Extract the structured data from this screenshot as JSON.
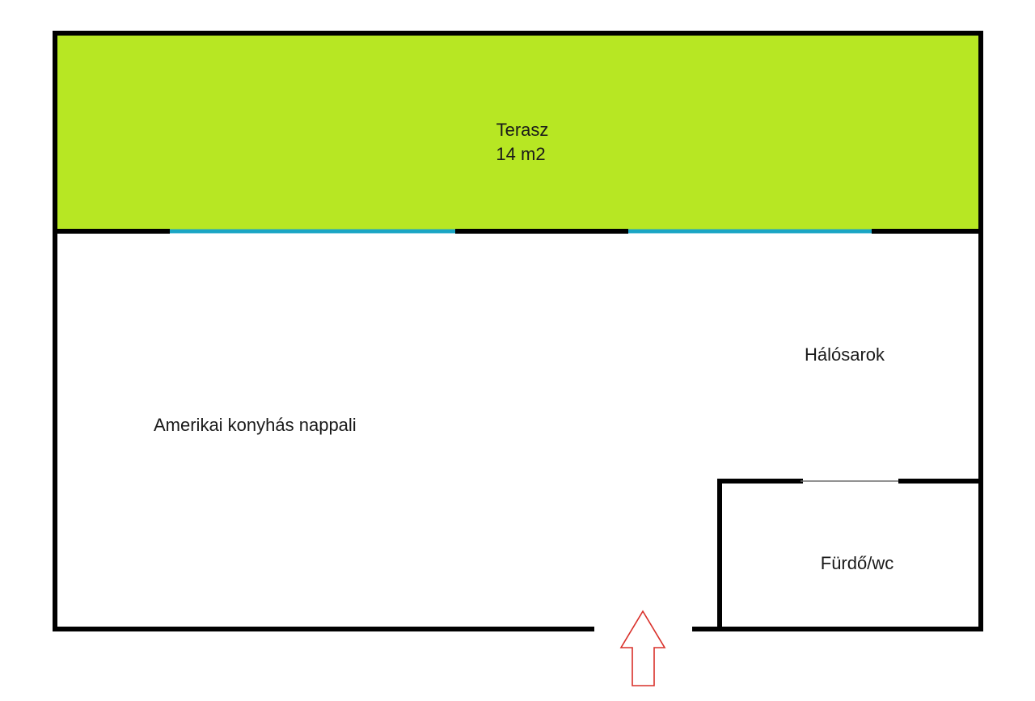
{
  "rooms": {
    "terrace": {
      "name": "Terasz",
      "area": "14 m2"
    },
    "living": {
      "name": "Amerikai konyhás nappali"
    },
    "bedroom_corner": {
      "name": "Hálósarok"
    },
    "bathroom": {
      "name": "Fürdő/wc"
    }
  },
  "colors": {
    "terrace_fill": "#b7e723",
    "wall": "#000000",
    "window": "#1aa5c4",
    "entrance_arrow": "#d9302a",
    "door_line": "#6e6e6e",
    "background": "#ffffff"
  },
  "icons": {
    "entrance": "up-arrow-outline-icon"
  }
}
